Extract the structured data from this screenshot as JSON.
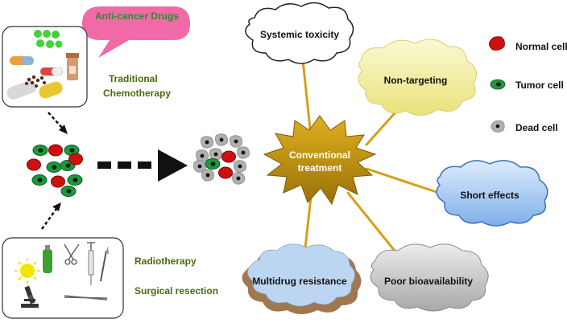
{
  "drugs_bubble": {
    "label": "Anti-cancer Drugs",
    "fill": "#f06aa8",
    "text_color": "#2e8b2e"
  },
  "chemo_label": {
    "line1": "Traditional",
    "line2": "Chemotherapy",
    "color": "#4a6a10"
  },
  "radio_label": "Radiotherapy",
  "surgery_label": "Surgical resection",
  "hub": {
    "line1": "Conventional",
    "line2": "treatment",
    "fill": "#b8860b"
  },
  "limitations": {
    "systemic_toxicity": "Systemic toxicity",
    "non_targeting": "Non-targeting",
    "short_effects": "Short effects",
    "poor_bioavailability": "Poor bioavailability",
    "multidrug_resistance": "Multidrug resistance"
  },
  "legend": [
    {
      "label": "Normal cell",
      "color": "#cc1111"
    },
    {
      "label": "Tumor cell",
      "color": "#1a9a3a"
    },
    {
      "label": "Dead cell",
      "color": "#a9a9a9"
    }
  ],
  "colors": {
    "connector": "#d4a017",
    "yellow_cloud": "#f4f0a8",
    "blue_cloud": "#a9cdf5",
    "gray_cloud": "#c8c8c8",
    "brown_cloud": "#a07850"
  }
}
